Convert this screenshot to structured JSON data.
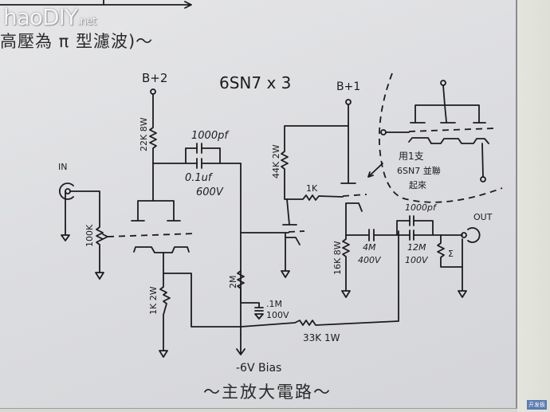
{
  "watermark": {
    "brand": "haoDIY",
    "suffix": ".net",
    "corner_tag": "开发板"
  },
  "header_text": "高壓為 π 型濾波)～",
  "footer_title": "～主放大電路～",
  "tube_note": "6SN7 x 3",
  "labels": {
    "b_plus_2": "B+2",
    "b_plus_1": "B+1",
    "input": "IN",
    "output": "OUT",
    "bias": "-6V Bias",
    "r_22k": "22K 8W",
    "r_44k": "44K 2W",
    "r_1k_grid": "1K",
    "r_100k_pot": "100K",
    "r_1k_cathode": "1K 2W",
    "r_2m": "2M",
    "r_16k": "16K 8W",
    "r_33k": "33K 1W",
    "c_1000pf_a": "1000pf",
    "c_01uf": "0.1uf",
    "c_01uf_volt": "600V",
    "c_01m_bias": ".1M",
    "c_01m_bias_volt": "100V",
    "c_4m": "4M",
    "c_4m_volt": "400V",
    "c_12m": "12M",
    "c_12m_volt": "100V",
    "c_1000pf_b": "1000pf",
    "r_out": "Σ",
    "parallel_note_line1": "用1支",
    "parallel_note_line2": "6SN7 並聯",
    "parallel_note_line3": "起來"
  },
  "colors": {
    "ink": "#1c1c1e",
    "paper": "#e2e3e5"
  }
}
